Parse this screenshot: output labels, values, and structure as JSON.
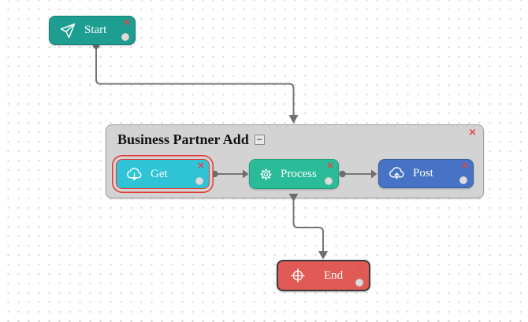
{
  "canvas": {
    "background_color": "#ffffff",
    "grid_dot_color": "#d8d8d8",
    "connector_color": "#757575"
  },
  "ui": {
    "close_label": "×",
    "collapse_label": "−"
  },
  "group": {
    "title": "Business Partner Add",
    "fill": "#d3d3d3",
    "border_color": "#9c9c9c",
    "collapsed": false
  },
  "nodes": [
    {
      "id": "start",
      "label": "Start",
      "icon": "paper-plane-icon",
      "fill": "#1d9e90",
      "selected": false
    },
    {
      "id": "get",
      "label": "Get",
      "icon": "cloud-download-icon",
      "fill": "#2fc3d6",
      "selected": true,
      "selection_color": "#e53935"
    },
    {
      "id": "process",
      "label": "Process",
      "icon": "gear-icon",
      "fill": "#2abc98",
      "selected": false
    },
    {
      "id": "post",
      "label": "Post",
      "icon": "cloud-upload-icon",
      "fill": "#4673c5",
      "selected": false
    },
    {
      "id": "end",
      "label": "End",
      "icon": "target-icon",
      "fill": "#e05b55",
      "selected": false
    }
  ],
  "connections": [
    {
      "from": "start",
      "to": "group-business-partner-add"
    },
    {
      "from": "get",
      "to": "process"
    },
    {
      "from": "process",
      "to": "post"
    },
    {
      "from": "group-business-partner-add",
      "to": "end"
    }
  ]
}
